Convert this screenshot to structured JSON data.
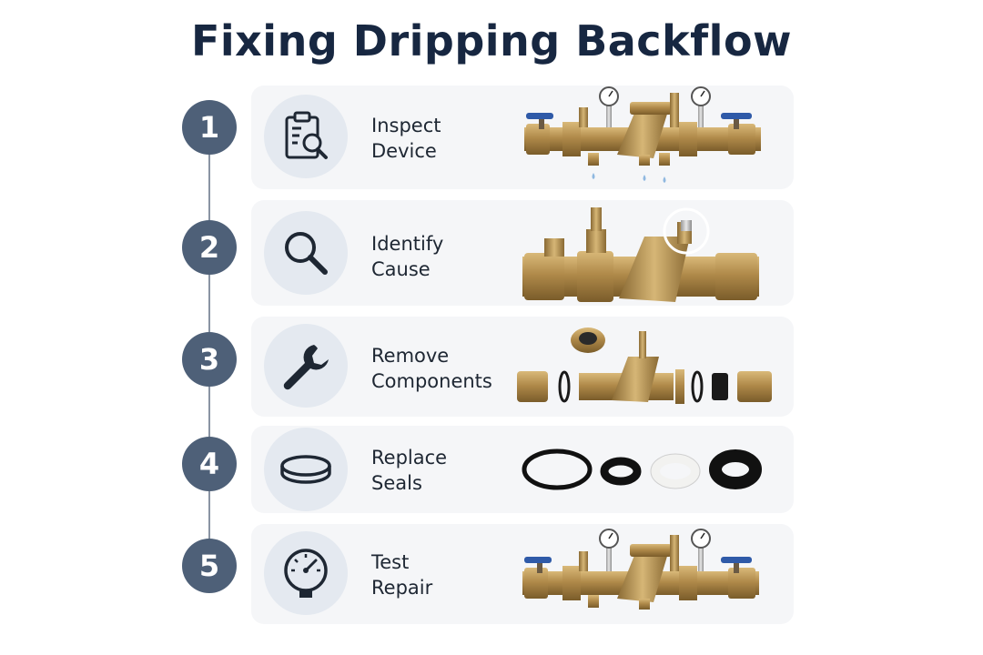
{
  "title": "Fixing Dripping Backflow",
  "steps": [
    {
      "number": "1",
      "line1": "Inspect",
      "line2": "Device",
      "icon": "clipboard-search-icon"
    },
    {
      "number": "2",
      "line1": "Identify",
      "line2": "Cause",
      "icon": "magnifier-icon"
    },
    {
      "number": "3",
      "line1": "Remove",
      "line2": "Components",
      "icon": "wrench-icon"
    },
    {
      "number": "4",
      "line1": "Replace",
      "line2": "Seals",
      "icon": "seal-ring-icon"
    },
    {
      "number": "5",
      "line1": "Test",
      "line2": "Repair",
      "icon": "pressure-gauge-icon"
    }
  ],
  "colors": {
    "title": "#172741",
    "badge": "#4e6078",
    "card": "#f5f6f8",
    "icon_bg": "#e4e9f0",
    "brass": "#b08a4a",
    "valve_handle": "#2f5aa8"
  }
}
